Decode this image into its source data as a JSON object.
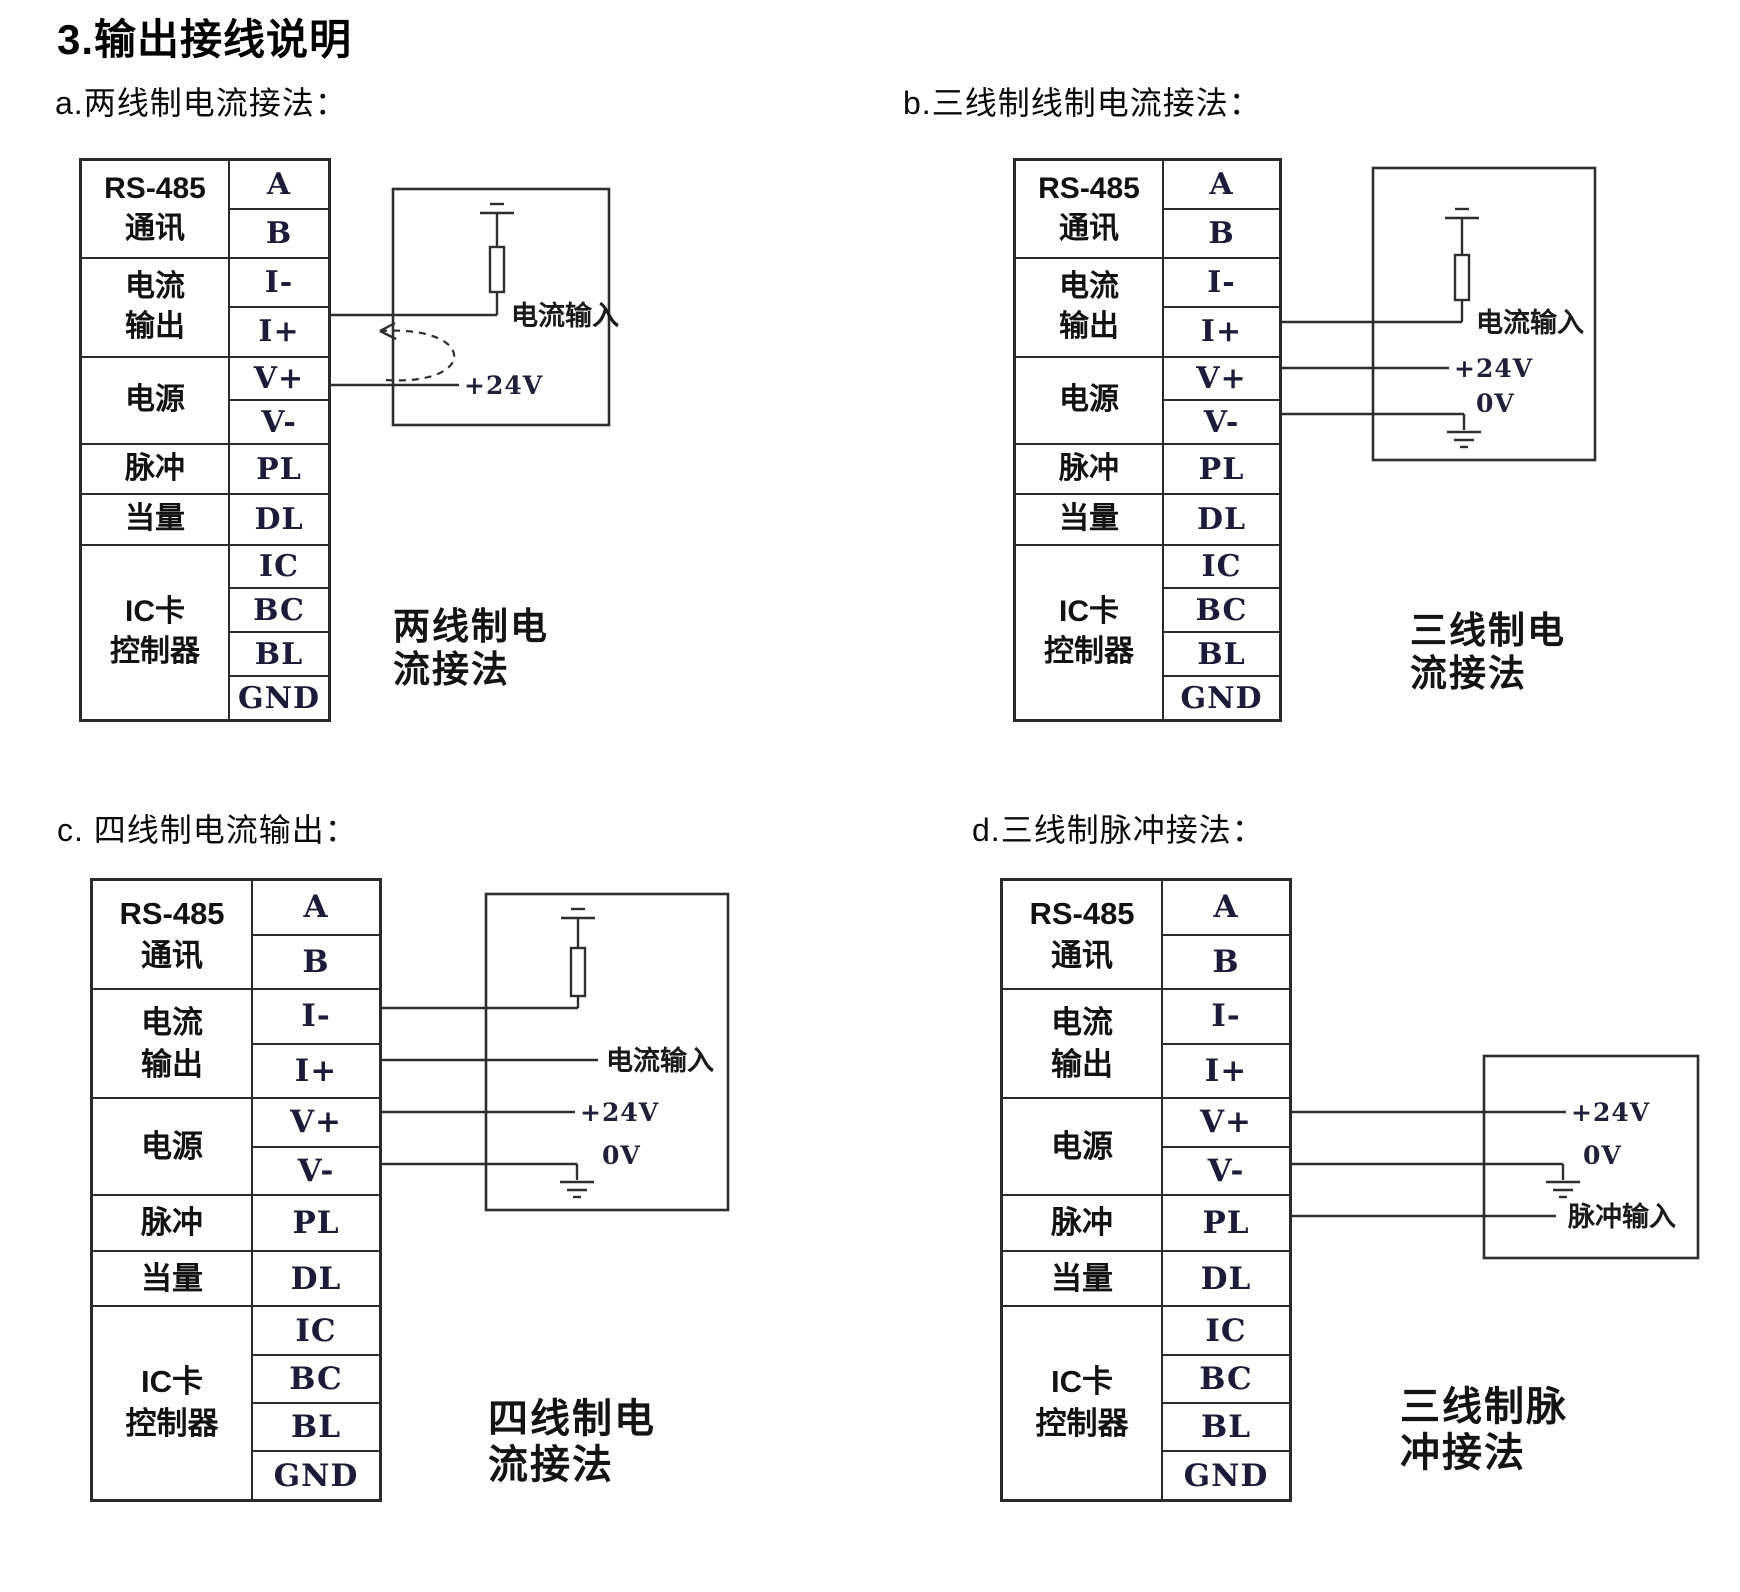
{
  "page": {
    "title": "3.输出接线说明"
  },
  "sections": {
    "a": {
      "heading": "a.两线制电流接法：",
      "caption": "两线制电\n流接法"
    },
    "b": {
      "heading": "b.三线制线制电流接法：",
      "caption": "三线制电\n流接法"
    },
    "c": {
      "heading": "c. 四线制电流输出：",
      "caption": "四线制电\n流接法"
    },
    "d": {
      "heading": "d.三线制脉冲接法：",
      "caption": "三线制脉\n冲接法"
    }
  },
  "terminal_table": {
    "groups": [
      {
        "label": "RS-485\n通讯",
        "pins": [
          "A",
          "B"
        ]
      },
      {
        "label": "电流\n输出",
        "pins": [
          "I-",
          "I+"
        ]
      },
      {
        "label": "电源",
        "pins": [
          "V+",
          "V-"
        ]
      },
      {
        "label": "脉冲",
        "pins": [
          "PL"
        ]
      },
      {
        "label": "当量",
        "pins": [
          "DL"
        ]
      },
      {
        "label": "IC卡\n控制器",
        "pins": [
          "IC",
          "BC",
          "BL",
          "GND"
        ]
      }
    ]
  },
  "wire_labels": {
    "current_input": "电流输入",
    "pulse_input": "脉冲输入",
    "v24": "+24V",
    "v0": "0V"
  },
  "colors": {
    "ink": "#1c1c3a",
    "line": "#2e2e2e",
    "background": "#ffffff"
  }
}
